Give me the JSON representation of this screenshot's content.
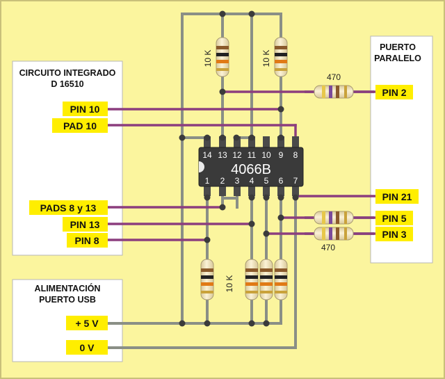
{
  "boxes": {
    "ic_title_1": "CIRCUITO INTEGRADO",
    "ic_title_2": "D 16510",
    "usb_title_1": "ALIMENTACIÓN",
    "usb_title_2": "PUERTO USB",
    "port_title_1": "PUERTO",
    "port_title_2": "PARALELO"
  },
  "ic_labels": [
    "PIN 10",
    "PAD 10",
    "PADS  8 y 13",
    "PIN 13",
    "PIN 8"
  ],
  "usb_labels": [
    "+ 5 V",
    "0 V"
  ],
  "port_labels": [
    "PIN 2",
    "PIN 21",
    "PIN 5",
    "PIN 3"
  ],
  "chip": {
    "name": "4066B",
    "top_pins": [
      "14",
      "13",
      "12",
      "11",
      "10",
      "9",
      "8"
    ],
    "bottom_pins": [
      "1",
      "2",
      "3",
      "4",
      "5",
      "6",
      "7"
    ]
  },
  "resistors": {
    "r10k_top_a": "10 K",
    "r10k_top_b": "10 K",
    "r470_top": "470",
    "r10k_bottom": "10 K",
    "r470_bottom": "470"
  },
  "colors": {
    "background": "#fbf59e",
    "label_fill": "#ffee00",
    "wire_gray": "#8a8f86",
    "wire_purple": "#8c3e7e",
    "chip_body": "#3a3a3a",
    "resistor_body": "#f1e2b7"
  }
}
